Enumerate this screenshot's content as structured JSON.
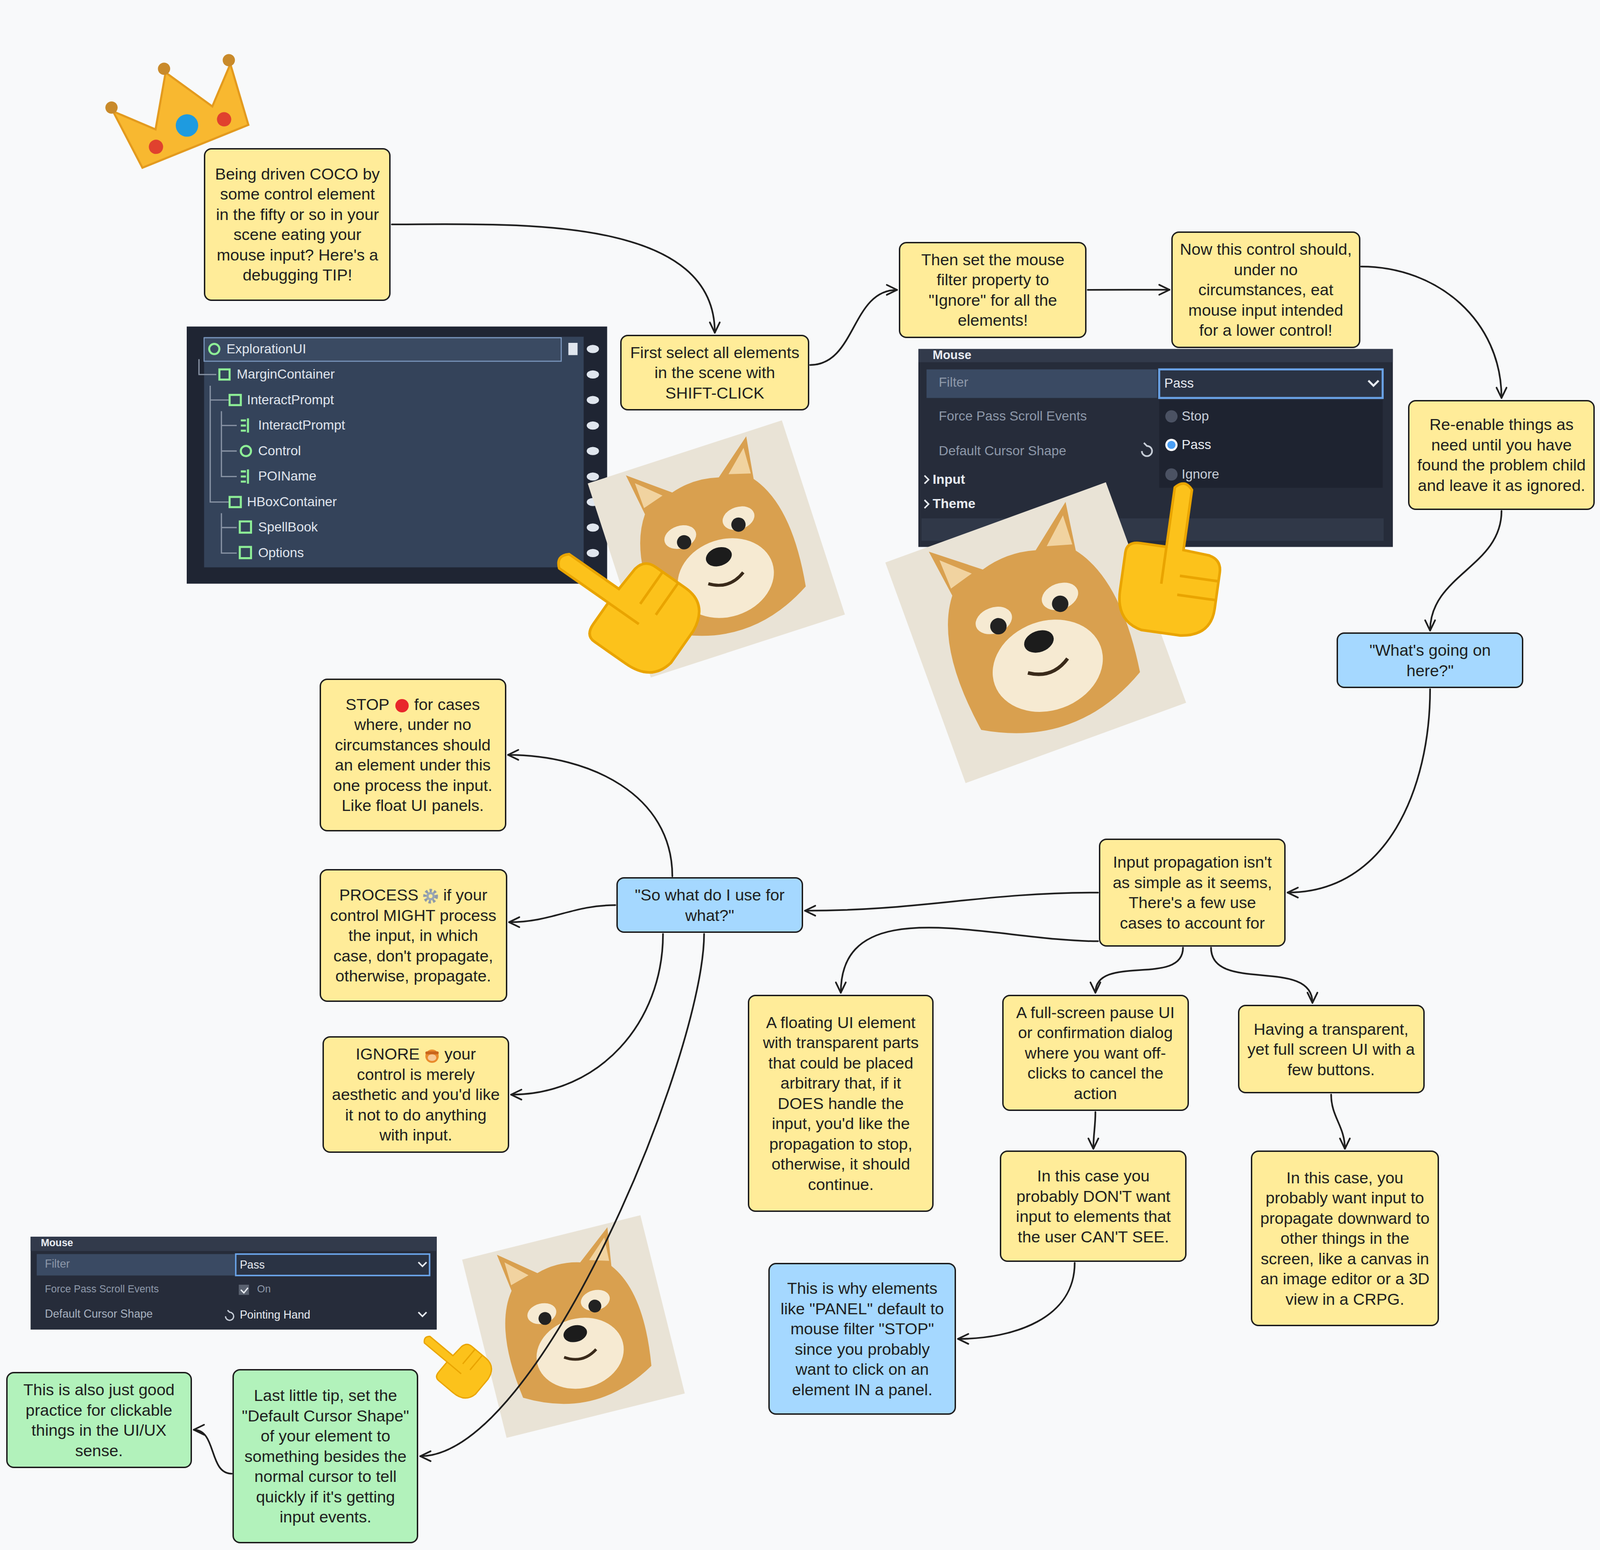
{
  "diagram": {
    "nodes": [
      {
        "text": [
          "Being driven COCO by some control element in the fifty or so in your scene eating your mouse input? Here's a debugging TIP!"
        ]
      },
      {
        "text": [
          "First select all elements in the scene with SHIFT-CLICK"
        ]
      },
      {
        "text": [
          "Then set the mouse filter property to \"Ignore\" for all the elements!"
        ]
      },
      {
        "text": [
          "Now this control should, under no circumstances, eat mouse input intended for a lower control!"
        ]
      },
      {
        "text": [
          "Re-enable things as need until you have found the problem child and leave it as ignored."
        ]
      },
      {
        "text": [
          "\"What's going on here?\""
        ]
      },
      {
        "text": [
          "Input propagation isn't as simple as it seems, There's a few use cases to account for"
        ]
      },
      {
        "text": [
          "\"So what do I use for what?\""
        ]
      },
      {
        "text": [
          "STOP",
          "for cases where, under no circumstances should an element under this one process the input. Like float UI panels."
        ]
      },
      {
        "text": [
          "PROCESS",
          "if your control MIGHT process the input, in which case, don't propagate, otherwise, propagate."
        ]
      },
      {
        "text": [
          "IGNORE",
          "your control is merely aesthetic and you'd like it not to do anything with input."
        ]
      },
      {
        "text": [
          "A floating UI element with transparent parts that could be placed arbitrary that, if it DOES handle the input, you'd like the propagation to stop, otherwise, it should continue."
        ]
      },
      {
        "text": [
          "A full-screen pause UI or confirmation dialog where you want off-clicks to cancel the action"
        ]
      },
      {
        "text": [
          "Having a transparent, yet full screen UI with a few buttons."
        ]
      },
      {
        "text": [
          "In this case you probably DON'T want input to elements that the user CAN'T SEE."
        ]
      },
      {
        "text": [
          "In this case, you probably want input to propagate downward to other things in the screen, like a canvas in an image editor or a 3D view in a CRPG."
        ]
      },
      {
        "text": [
          "This is why elements like \"PANEL\" default to mouse filter \"STOP\" since you probably want to click on an element IN a panel."
        ]
      },
      {
        "text": [
          "Last little tip, set the \"Default Cursor Shape\" of your element to something besides the normal cursor to tell quickly if it's getting input events."
        ]
      },
      {
        "text": [
          "This is also just good practice for clickable things in the UI/UX sense."
        ]
      }
    ],
    "edges": [
      {
        "from": 0,
        "to": 1,
        "arrow": "to"
      },
      {
        "from": 1,
        "to": 2,
        "arrow": "to"
      },
      {
        "from": 2,
        "to": 3,
        "arrow": "to"
      },
      {
        "from": 3,
        "to": 4,
        "arrow": "to"
      },
      {
        "from": 4,
        "to": 5,
        "arrow": "to"
      },
      {
        "from": 5,
        "to": 6,
        "arrow": "to"
      },
      {
        "from": 6,
        "to": 7,
        "arrow": "to"
      },
      {
        "from": 6,
        "to": 11,
        "arrow": "to"
      },
      {
        "from": 6,
        "to": 12,
        "arrow": "to"
      },
      {
        "from": 6,
        "to": 13,
        "arrow": "to"
      },
      {
        "from": 7,
        "to": 8,
        "arrow": "to"
      },
      {
        "from": 7,
        "to": 9,
        "arrow": "to"
      },
      {
        "from": 7,
        "to": 10,
        "arrow": "to"
      },
      {
        "from": 7,
        "to": 17,
        "arrow": "to"
      },
      {
        "from": 12,
        "to": 14,
        "arrow": "to"
      },
      {
        "from": 13,
        "to": 15,
        "arrow": "to"
      },
      {
        "from": 14,
        "to": 16,
        "arrow": "to"
      },
      {
        "from": 17,
        "to": 18,
        "arrow": "to"
      }
    ],
    "labels": [
      "ExplorationUI",
      "MarginContainer",
      "InteractPrompt",
      "InteractPrompt",
      "Control",
      "POIName",
      "HBoxContainer",
      "SpellBook",
      "Options",
      "Mouse",
      "Filter",
      "Pass",
      "Force Pass Scroll Events",
      "Default Cursor Shape",
      "Stop",
      "Pass",
      "Ignore",
      "Input",
      "Theme",
      "Mouse",
      "Filter",
      "Pass",
      "Force Pass Scroll Events",
      "On",
      "Default Cursor Shape",
      "Pointing Hand"
    ]
  }
}
